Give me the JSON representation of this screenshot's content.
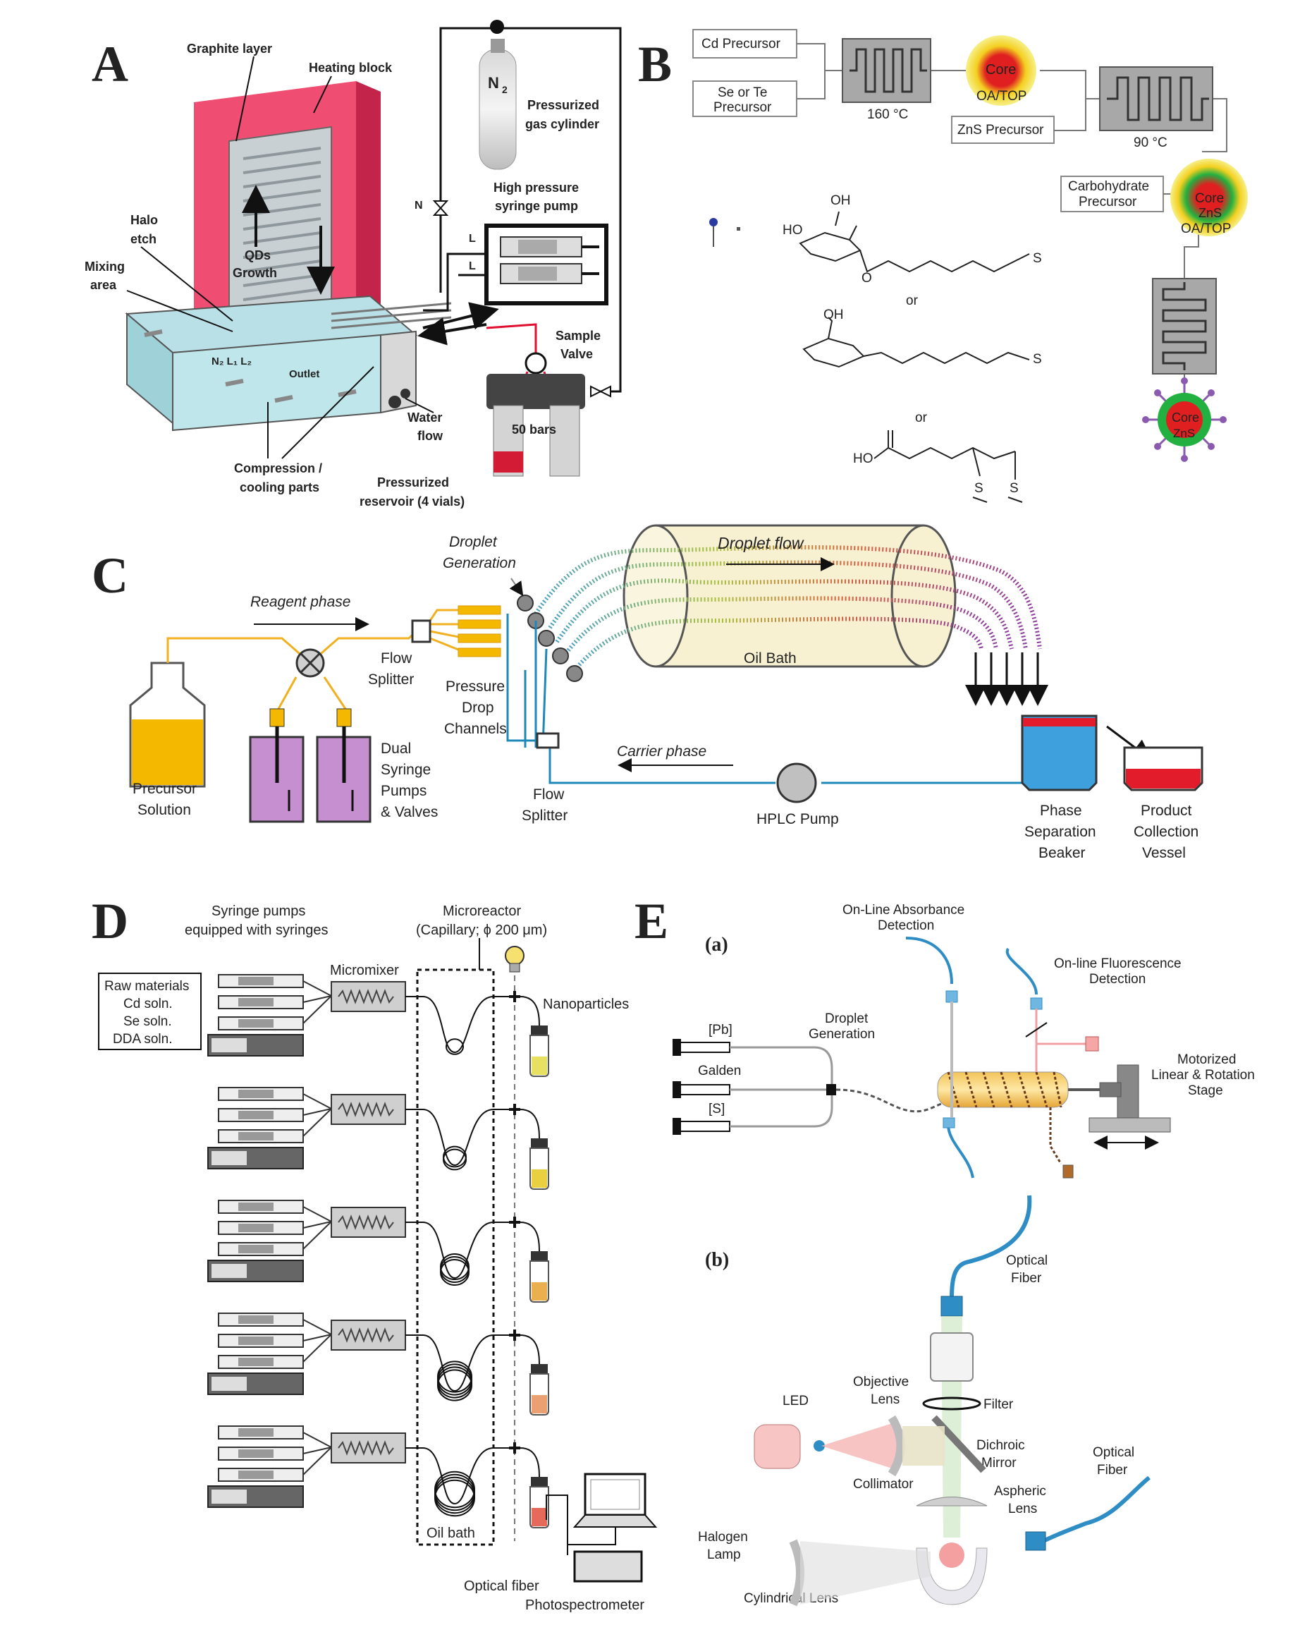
{
  "panels": {
    "A": {
      "letter": "A",
      "labels": {
        "graphite": "Graphite layer",
        "heating": "Heating block",
        "n2_cyl": "N",
        "n2_sub": "2",
        "gas1": "Pressurized",
        "gas2": "gas cylinder",
        "pump1": "High pressure",
        "pump2": "syringe pump",
        "halo1": "Halo",
        "halo2": "etch",
        "qds1": "QDs",
        "qds2": "Growth",
        "mix1": "Mixing",
        "mix2": "area",
        "n2_valve": "N",
        "l1": "L",
        "l2": "L",
        "sample1": "Sample",
        "sample2": "Valve",
        "ports": "N₂ L₁ L₂ Outlet",
        "water1": "Water",
        "water2": "flow",
        "bars": "50 bars",
        "comp1": "Compression /",
        "comp2": "cooling parts",
        "res1": "Pressurized",
        "res2": "reservoir (4 vials)"
      }
    },
    "B": {
      "letter": "B",
      "labels": {
        "cd": "Cd Precursor",
        "se1": "Se or Te",
        "se2": "Precursor",
        "t160": "160 °C",
        "core": "Core",
        "oatop": "OA/TOP",
        "zns_pre": "ZnS Precursor",
        "t90": "90 °C",
        "carb1": "Carbohydrate",
        "carb2": "Precursor",
        "core2": "Core",
        "zns2": "ZnS",
        "oatop2": "OA/TOP",
        "core3": "Core",
        "zns3": "ZnS",
        "or1": "or",
        "or2": "or",
        "oh": "OH",
        "ho": "HO",
        "o": "O",
        "s": "S"
      }
    },
    "C": {
      "letter": "C",
      "labels": {
        "droplet1": "Droplet",
        "droplet2": "Generation",
        "dflow": "Droplet flow",
        "reagent": "Reagent phase",
        "flowsplit1": "Flow",
        "flowsplit2": "Splitter",
        "pd1": "Pressure",
        "pd2": "Drop",
        "pd3": "Channels",
        "oil": "Oil Bath",
        "carrier": "Carrier phase",
        "prec1": "Precursor",
        "prec2": "Solution",
        "dual1": "Dual",
        "dual2": "Syringe",
        "dual3": "Pumps",
        "dual4": "& Valves",
        "fs2a": "Flow",
        "fs2b": "Splitter",
        "hplc": "HPLC Pump",
        "psb1": "Phase",
        "psb2": "Separation",
        "psb3": "Beaker",
        "pcv1": "Product",
        "pcv2": "Collection",
        "pcv3": "Vessel"
      }
    },
    "D": {
      "letter": "D",
      "labels": {
        "sp1": "Syringe pumps",
        "sp2": "equipped with syringes",
        "mr1": "Microreactor",
        "mr2": "(Capillary; ϕ 200 μm)",
        "micromixer": "Micromixer",
        "raw": [
          "Raw materials",
          "Cd soln.",
          "Se soln.",
          "DDA soln."
        ],
        "nano": "Nanoparticles",
        "oilbath": "Oil bath",
        "fiber": "Optical fiber",
        "photo": "Photospectrometer"
      },
      "vial_colors": [
        "#e8e060",
        "#e8d040",
        "#eab050",
        "#eaa070",
        "#e56a5a"
      ]
    },
    "E": {
      "letter": "E",
      "labels": {
        "a": "(a)",
        "b": "(b)",
        "abs1": "On-Line Absorbance",
        "abs2": "Detection",
        "fl1": "On-line Fluorescence",
        "fl2": "Detection",
        "pb": "[Pb]",
        "galden": "Galden",
        "s": "[S]",
        "dg1": "Droplet",
        "dg2": "Generation",
        "mot1": "Motorized",
        "mot2": "Linear & Rotation",
        "mot3": "Stage",
        "of1": "Optical",
        "of2": "Fiber",
        "obj1": "Objective",
        "obj2": "Lens",
        "filter": "Filter",
        "led": "LED",
        "di1": "Dichroic",
        "di2": "Mirror",
        "coll": "Collimator",
        "asp1": "Aspheric",
        "asp2": "Lens",
        "of3": "Optical",
        "of4": "Fiber",
        "hal1": "Halogen",
        "hal2": "Lamp",
        "cyl": "Cylindrical Lens"
      }
    }
  }
}
